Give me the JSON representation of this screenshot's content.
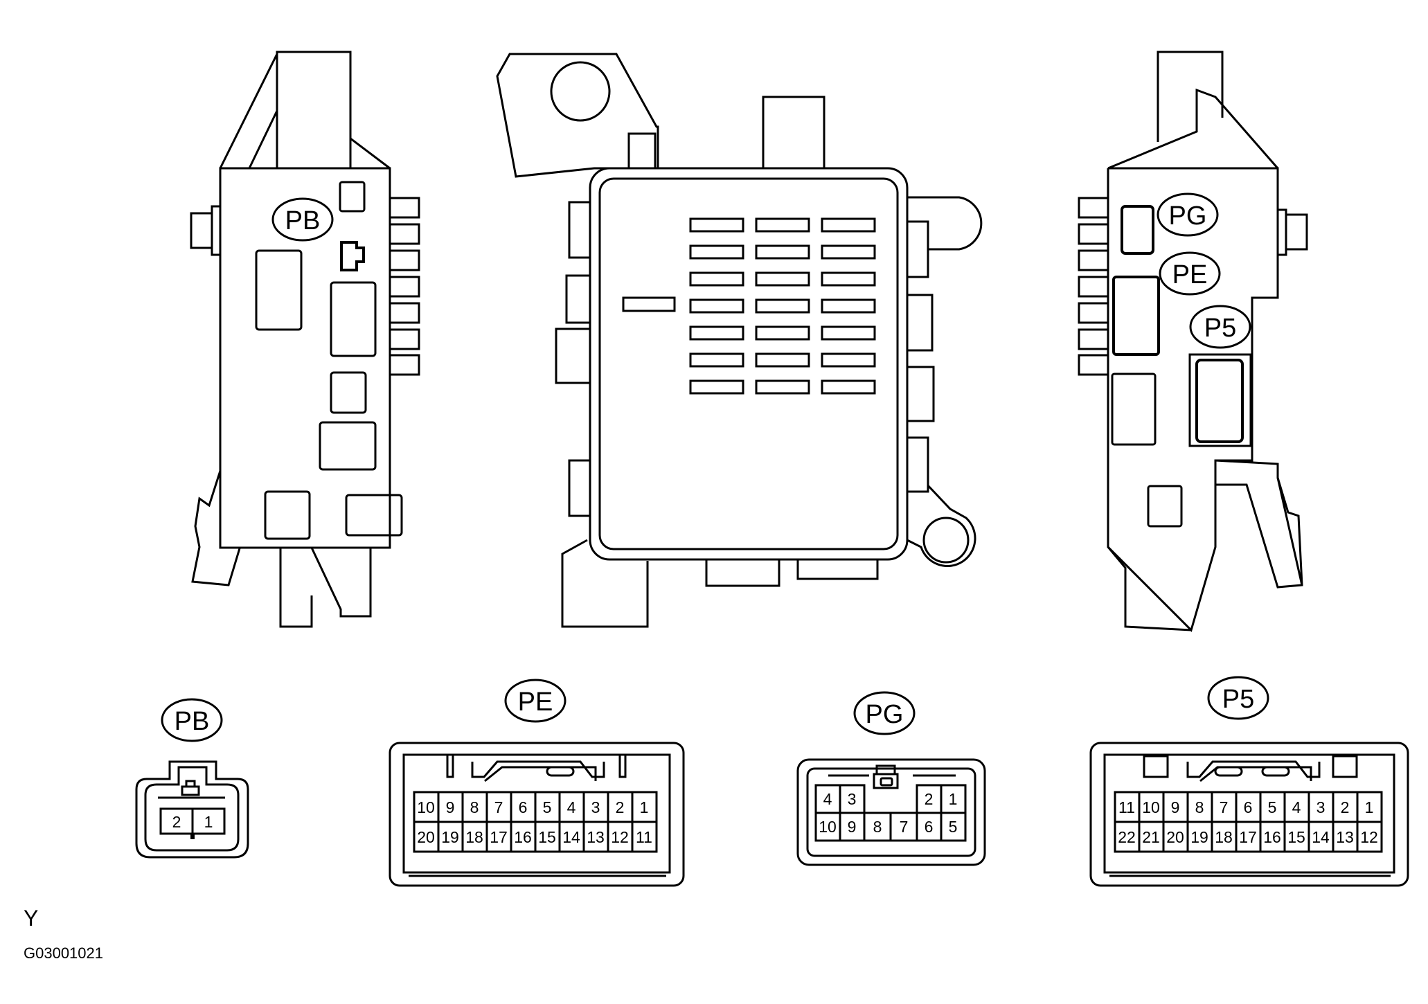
{
  "callouts": {
    "left_block_pb": "PB",
    "right_block_pg": "PG",
    "right_block_pe": "PE",
    "right_block_p5": "P5"
  },
  "connectors": {
    "pb": {
      "label": "PB",
      "rows": [
        [
          "2",
          "1"
        ]
      ]
    },
    "pe": {
      "label": "PE",
      "rows": [
        [
          "10",
          "9",
          "8",
          "7",
          "6",
          "5",
          "4",
          "3",
          "2",
          "1"
        ],
        [
          "20",
          "19",
          "18",
          "17",
          "16",
          "15",
          "14",
          "13",
          "12",
          "11"
        ]
      ]
    },
    "pg": {
      "label": "PG",
      "rows": [
        [
          "4",
          "3",
          "",
          "",
          "2",
          "1"
        ],
        [
          "10",
          "9",
          "8",
          "7",
          "6",
          "5"
        ]
      ]
    },
    "p5": {
      "label": "P5",
      "rows": [
        [
          "11",
          "10",
          "9",
          "8",
          "7",
          "6",
          "5",
          "4",
          "3",
          "2",
          "1"
        ],
        [
          "22",
          "21",
          "20",
          "19",
          "18",
          "17",
          "16",
          "15",
          "14",
          "13",
          "12"
        ]
      ]
    }
  },
  "footer": {
    "view_letter": "Y",
    "figure_code": "G03001021"
  }
}
